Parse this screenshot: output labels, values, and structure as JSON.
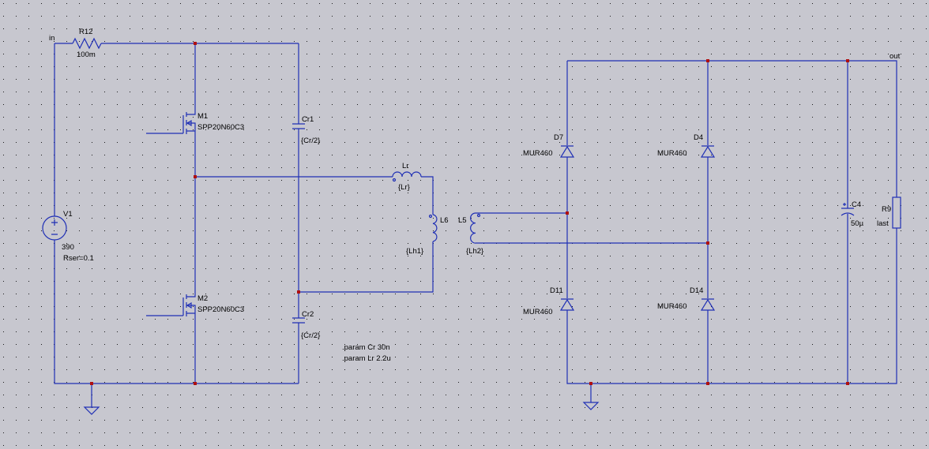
{
  "colors": {
    "background": "#c7c7cf",
    "wire": "#1f2fb5",
    "junction": "#b01010",
    "grid_dot": "#1a1a1a",
    "text": "#000000"
  },
  "nets": {
    "in": "in",
    "out": "out"
  },
  "components": {
    "r12": {
      "name": "R12",
      "value": "100m"
    },
    "v1": {
      "name": "V1",
      "value": "390",
      "extra": "Rser=0.1"
    },
    "m1": {
      "name": "M1",
      "model": "SPP20N60C3"
    },
    "m2": {
      "name": "M2",
      "model": "SPP20N60C3"
    },
    "cr1": {
      "name": "Cr1",
      "value": "{Cr/2}"
    },
    "cr2": {
      "name": "Cr2",
      "value": "{Cr/2}"
    },
    "lr": {
      "name": "Lr",
      "value": "{Lr}"
    },
    "l6": {
      "name": "L6",
      "value": "{Lh1}"
    },
    "l5": {
      "name": "L5",
      "value": "{Lh2}"
    },
    "d7": {
      "name": "D7",
      "model": "MUR460"
    },
    "d4": {
      "name": "D4",
      "model": "MUR460"
    },
    "d11": {
      "name": "D11",
      "model": "MUR460"
    },
    "d14": {
      "name": "D14",
      "model": "MUR460"
    },
    "c4": {
      "name": "C4",
      "value": "50µ"
    },
    "r9": {
      "name": "R9",
      "value": "last"
    }
  },
  "directives": [
    ".param Cr 30n",
    ".param Lr 2.2u"
  ]
}
